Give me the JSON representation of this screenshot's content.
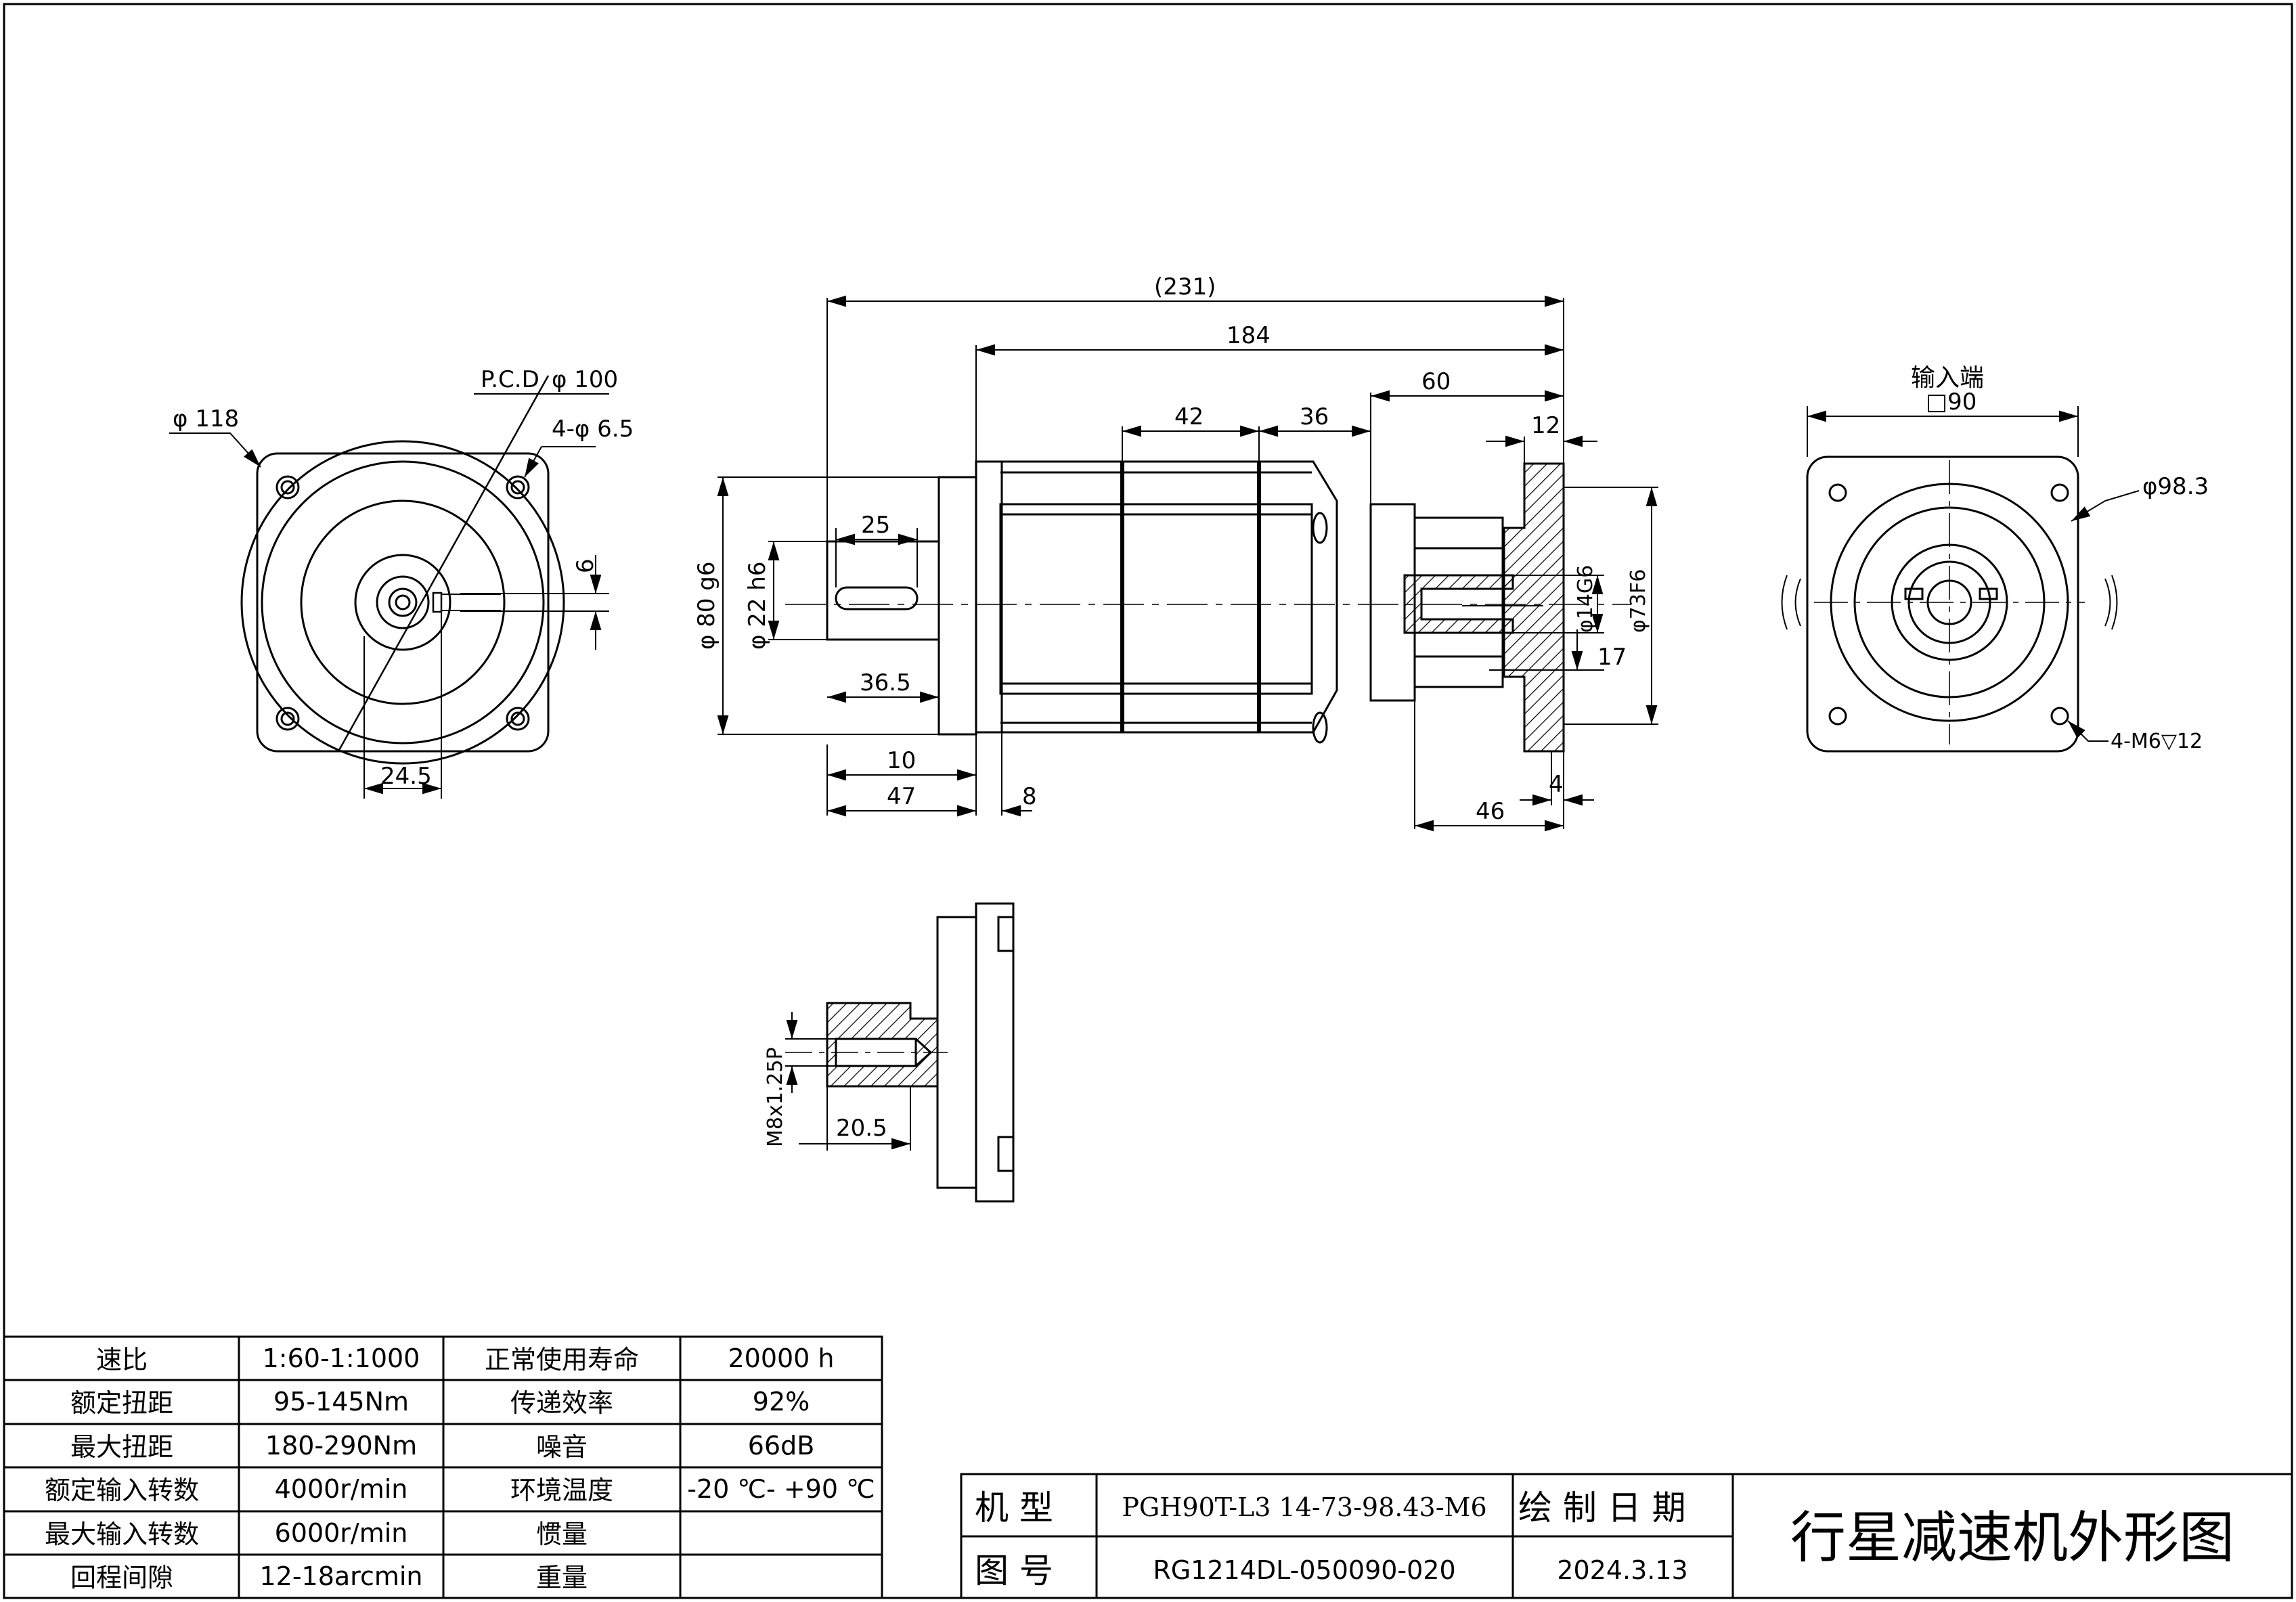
{
  "dimensions": {
    "overall": "(231)",
    "body": "184",
    "input_flange_len": "60",
    "span_42": "42",
    "span_36": "36",
    "flange_12": "12",
    "shaft_key_len": "25",
    "shaft_len": "36.5",
    "shoulder_10": "10",
    "output_47": "47",
    "gap_8": "8",
    "flange_thk_4": "4",
    "input_46": "46",
    "pilot_dia": "φ 80  g6",
    "shaft_dia": "φ 22  h6",
    "input_bore": "φ14G6",
    "input_pilot": "φ73F6",
    "input_17": "17",
    "front_od": "φ 118",
    "pcd_label": "P.C.D",
    "pcd_value": "φ 100",
    "holes": "4-φ 6.5",
    "key_height": "24.5",
    "key_width": "6",
    "input_title": "输入端",
    "input_square": "□90",
    "input_pcd": "φ98.3",
    "input_holes": "4-M6▽12",
    "thread": "M8x1.25P",
    "thread_depth": "20.5"
  },
  "spec_table": [
    {
      "k1": "速比",
      "v1": "1:60-1:1000",
      "k2": "正常使用寿命",
      "v2": "20000 h"
    },
    {
      "k1": "额定扭距",
      "v1": "95-145Nm",
      "k2": "传递效率",
      "v2": "92%"
    },
    {
      "k1": "最大扭距",
      "v1": "180-290Nm",
      "k2": "噪音",
      "v2": "66dB"
    },
    {
      "k1": "额定输入转数",
      "v1": "4000r/min",
      "k2": "环境温度",
      "v2": "-20 ℃- +90  ℃"
    },
    {
      "k1": "最大输入转数",
      "v1": "6000r/min",
      "k2": "惯量",
      "v2": ""
    },
    {
      "k1": "回程间隙",
      "v1": "12-18arcmin",
      "k2": "重量",
      "v2": ""
    }
  ],
  "title_block": {
    "model_label": "机  型",
    "model_value": "PGH90T-L3  14-73-98.43-M6",
    "date_label": "绘 制 日 期",
    "drawing_no_label": "图  号",
    "drawing_no_value": "RG1214DL-050090-020",
    "date_value": "2024.3.13",
    "title": "行星减速机外形图"
  },
  "colors": {
    "line": "#000000",
    "background": "#ffffff",
    "hatch": "#000000"
  }
}
